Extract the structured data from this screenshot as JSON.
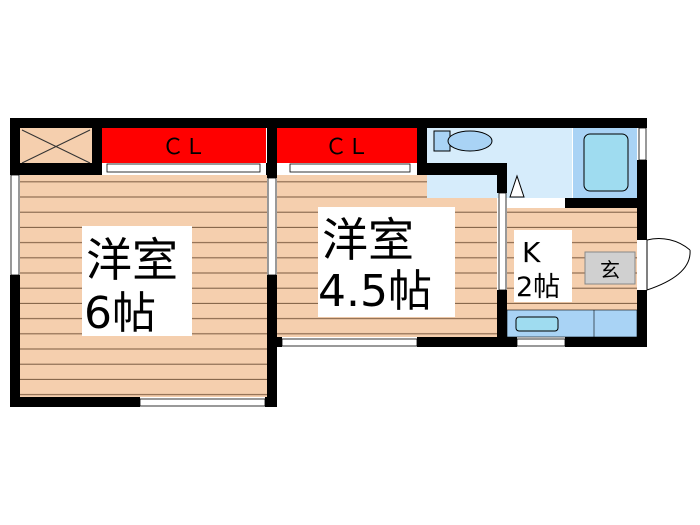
{
  "floorplan": {
    "closet_1": "ＣＬ",
    "closet_2": "ＣＬ",
    "room_1": {
      "name": "洋室",
      "size": "6帖"
    },
    "room_2": {
      "name": "洋室",
      "size": "4.5帖"
    },
    "kitchen": {
      "name": "K",
      "size": "2帖"
    },
    "entrance": "玄"
  },
  "colors": {
    "wall": "#000000",
    "floor": "#f5cfae",
    "floor_line": "#7a5a40",
    "closet": "#ff0000",
    "wet_area": "#d6ecfb",
    "fixture": "#a9d3f5",
    "bath": "#9fdcf0",
    "entrance": "#d0d0d0"
  }
}
